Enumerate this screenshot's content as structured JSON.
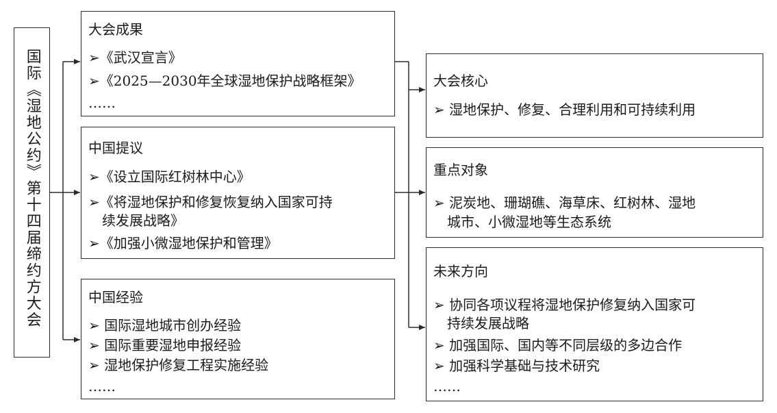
{
  "main_title": "国际《湿地公约》第十四届缔约方大会",
  "left_boxes": [
    {
      "title": "大会成果",
      "items": [
        "➢《武汉宣言》",
        "➢《2025—2030年全球湿地保护战略框架》",
        "……"
      ]
    },
    {
      "title": "中国提议",
      "items": [
        "➢《设立国际红树林中心》",
        "➢《将湿地保护和修复恢复纳入国家可持",
        "续发展战略》",
        "➢《加强小微湿地保护和管理》"
      ]
    },
    {
      "title": "中国经验",
      "items": [
        "➢ 国际湿地城市创办经验",
        "➢ 国际重要湿地申报经验",
        "➢ 湿地保护修复工程实施经验",
        "……"
      ]
    }
  ],
  "right_boxes": [
    {
      "title": "大会核心",
      "items": [
        "➢ 湿地保护、修复、合理利用和可持续利用"
      ]
    },
    {
      "title": "重点对象",
      "items": [
        "➢ 泥炭地、珊瑚礁、海草床、红树林、湿地",
        "城市、小微湿地等生态系统"
      ]
    },
    {
      "title": "未来方向",
      "items": [
        "➢ 协同各项议程将湿地保护修复纳入国家可",
        "持续发展战略",
        "➢ 加强国际、国内等不同层级的多边合作",
        "➢ 加强科学基础与技术研究",
        "……"
      ]
    }
  ]
}
